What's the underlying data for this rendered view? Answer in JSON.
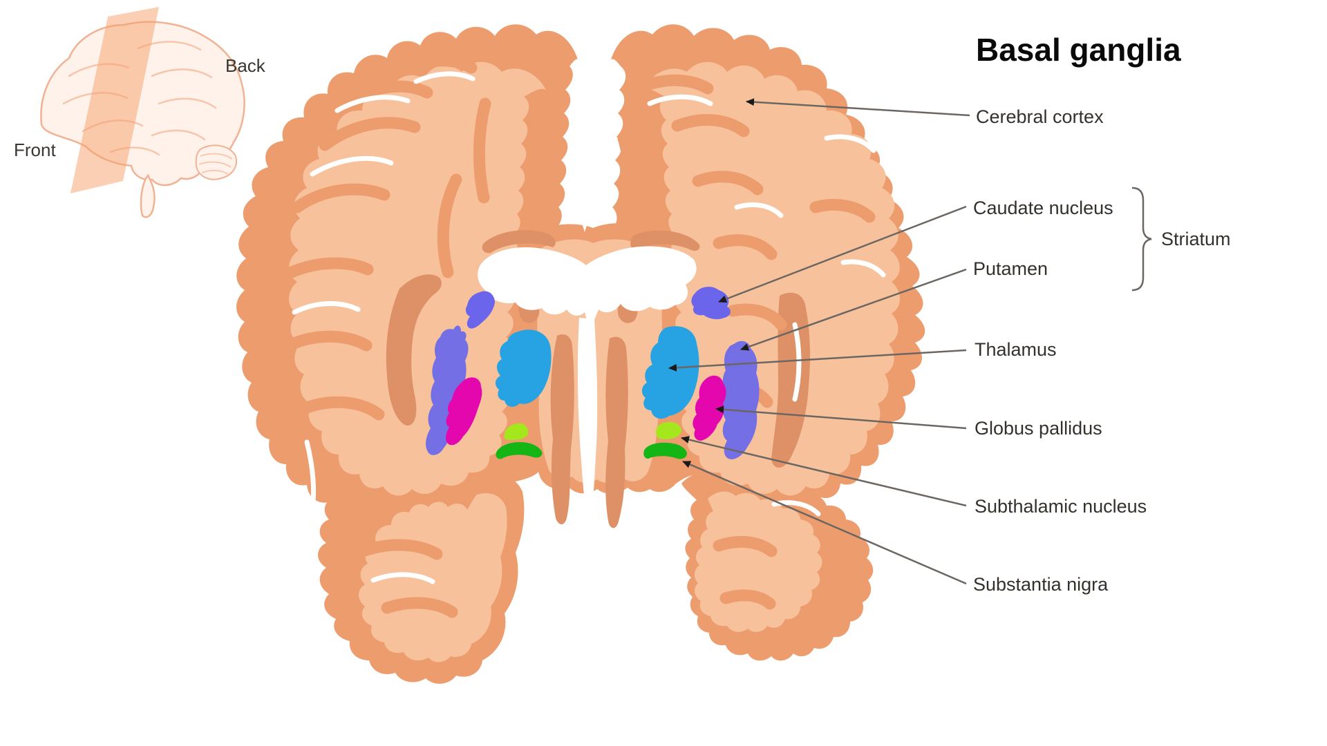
{
  "title": "Basal ganglia",
  "inset": {
    "front": "Front",
    "back": "Back"
  },
  "labels": [
    {
      "id": "cerebral-cortex",
      "text": "Cerebral cortex"
    },
    {
      "id": "caudate-nucleus",
      "text": "Caudate nucleus"
    },
    {
      "id": "putamen",
      "text": "Putamen"
    },
    {
      "id": "thalamus",
      "text": "Thalamus"
    },
    {
      "id": "globus-pallidus",
      "text": "Globus pallidus"
    },
    {
      "id": "subthalamic-nucleus",
      "text": "Subthalamic nucleus"
    },
    {
      "id": "substantia-nigra",
      "text": "Substantia nigra"
    }
  ],
  "group_label": "Striatum",
  "colors": {
    "cortex_dark_salmon": "#ED9C6E",
    "white_matter_light_salmon": "#F7C29B",
    "deep_gray_salmon": "#DE9166",
    "caudate_purple": "#6B65EC",
    "putamen_purple": "#746FE4",
    "thalamus_blue": "#27A3E3",
    "globus_pallidus_magenta": "#E407AE",
    "subthalamic_yellow_green": "#A4E71C",
    "substantia_nigra_green": "#14B514",
    "leader_line_gray": "#6B6661",
    "arrowhead_black": "#1A1A1A",
    "label_text": "#34302C",
    "inset_outline": "#F1B294",
    "inset_fill": "#FEF2EA",
    "inset_plane_orange": "#F5A06A"
  }
}
